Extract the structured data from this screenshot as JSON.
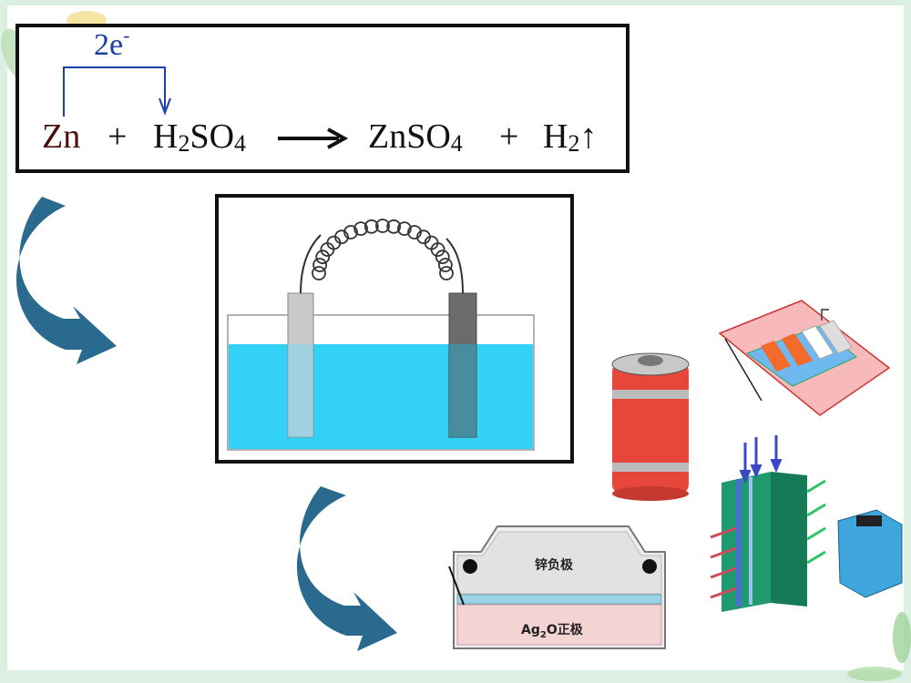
{
  "reaction": {
    "electron_count": "2e",
    "electron_sign": "-",
    "zn": "Zn",
    "plus1": "+",
    "acid_h": "H",
    "acid_h_sub": "2",
    "acid_so": "SO",
    "acid_so_sub": "4",
    "product_znso": "ZnSO",
    "product_znso_sub": "4",
    "plus2": "+",
    "gas_h": "H",
    "gas_h_sub": "2",
    "gas_arrow": "↑"
  },
  "button_cell": {
    "negative_label": "锌负极",
    "positive_label_ag": "Ag",
    "positive_label_sub": "2",
    "positive_label_rest": "O正极"
  },
  "colors": {
    "electrolyte": "#33d1f5",
    "curved_arrow": "#2a6a8e",
    "battery_red": "#e8463a",
    "fuel_cell_green": "#1f9a6e"
  }
}
